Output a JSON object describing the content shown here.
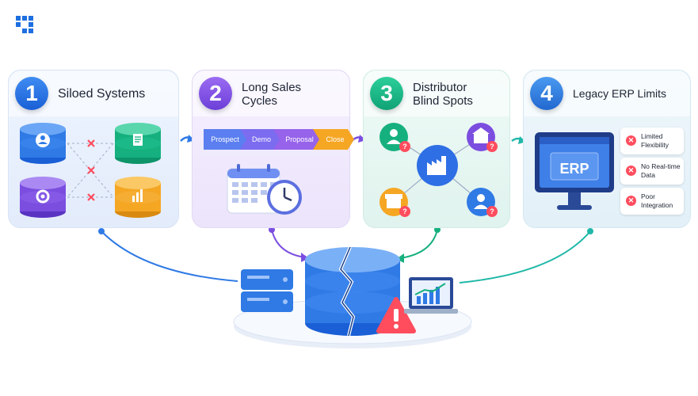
{
  "panels": [
    {
      "number": "1",
      "title": "Siloed Systems"
    },
    {
      "number": "2",
      "title_line1": "Long Sales",
      "title_line2": "Cycles"
    },
    {
      "number": "3",
      "title_line1": "Distributor",
      "title_line2": "Blind Spots"
    },
    {
      "number": "4",
      "title": "Legacy ERP Limits"
    }
  ],
  "pipeline": [
    "Prospect",
    "Demo",
    "Proposal",
    "Close"
  ],
  "erp": {
    "screen_label": "ERP"
  },
  "erp_issues": [
    {
      "line1": "Limited",
      "line2": "Flexibility"
    },
    {
      "line1": "No Real-time",
      "line2": "Data"
    },
    {
      "line1": "Poor",
      "line2": "Integration"
    }
  ],
  "colors": {
    "blue": "#2f7ae5",
    "purple": "#7b4ee0",
    "green": "#16b07f",
    "orange": "#f5a623",
    "alert": "#ff4d5e"
  },
  "icons": [
    "user-icon",
    "document-icon",
    "gear-icon",
    "bar-chart-icon",
    "calendar-icon",
    "clock-icon",
    "factory-icon",
    "store-icon",
    "question-icon",
    "warning-icon",
    "server-icon",
    "laptop-chart-icon"
  ]
}
